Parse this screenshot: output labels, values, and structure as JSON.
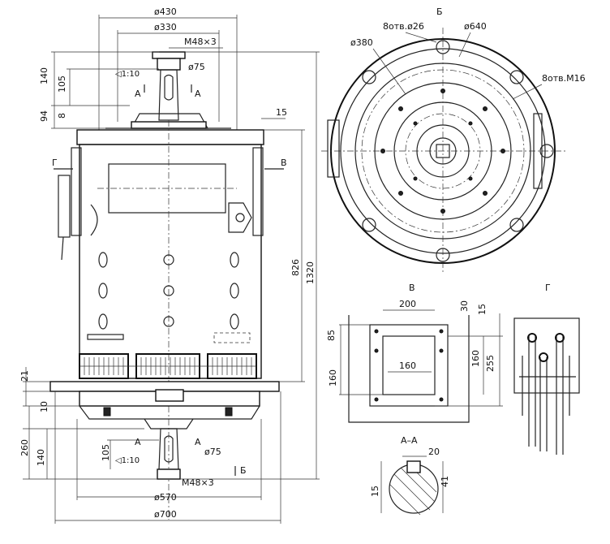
{
  "views": {
    "side": {
      "dims": {
        "d430": "ø430",
        "d330": "ø330",
        "m48_top": "М48×3",
        "taper_top": "◁1:10",
        "d75_top": "ø75",
        "sec_a": "А",
        "v140_top": "140",
        "v105_top": "105",
        "v94": "94",
        "v8": "8",
        "h15": "15",
        "arrow_g": "Г",
        "arrow_v": "В",
        "v826": "826",
        "v1320": "1320",
        "v21": "21",
        "v10": "10",
        "v260": "260",
        "v140_bot": "140",
        "v105_bot": "105",
        "taper_bot": "◁1:10",
        "d75_bot": "ø75",
        "m48_bot": "М48×3",
        "arrow_b": "Б",
        "d570": "ø570",
        "d700": "ø700"
      }
    },
    "b": {
      "title": "Б",
      "holes26": "8отв.ø26",
      "d640": "ø640",
      "d380": "ø380",
      "holes_m16": "8отв.М16"
    },
    "v": {
      "title": "В",
      "w200": "200",
      "v30": "30",
      "v15": "15",
      "v85": "85",
      "v160l": "160",
      "w160": "160",
      "v160r": "160",
      "v255": "255"
    },
    "g": {
      "title": "Г"
    },
    "aa": {
      "title": "А–А",
      "w20": "20",
      "v15": "15",
      "v41": "41"
    }
  }
}
